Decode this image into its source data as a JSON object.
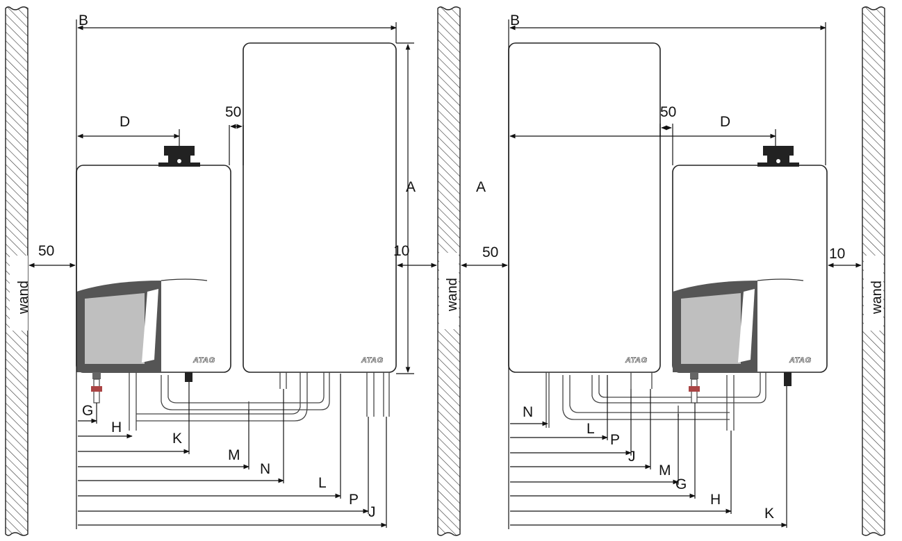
{
  "wall_label": "wand",
  "brand": "ATAG",
  "colors": {
    "line": "#111111",
    "hatch": "#333333",
    "window_frame": "#555555",
    "window_fill": "#bfbfbf",
    "fitting_dark": "#222222"
  },
  "left_drawing": {
    "labels": {
      "B": "B",
      "D": "D",
      "A": "A",
      "clear_left": "50",
      "clear_between": "50",
      "clear_right": "10",
      "G": "G",
      "H": "H",
      "K": "K",
      "M": "M",
      "N": "N",
      "L": "L",
      "P": "P",
      "J": "J"
    }
  },
  "right_drawing": {
    "labels": {
      "B": "B",
      "D": "D",
      "A": "A",
      "clear_left": "50",
      "clear_between": "50",
      "clear_right": "10",
      "N": "N",
      "L": "L",
      "P": "P",
      "J": "J",
      "M": "M",
      "G": "G",
      "H": "H",
      "K": "K"
    }
  }
}
